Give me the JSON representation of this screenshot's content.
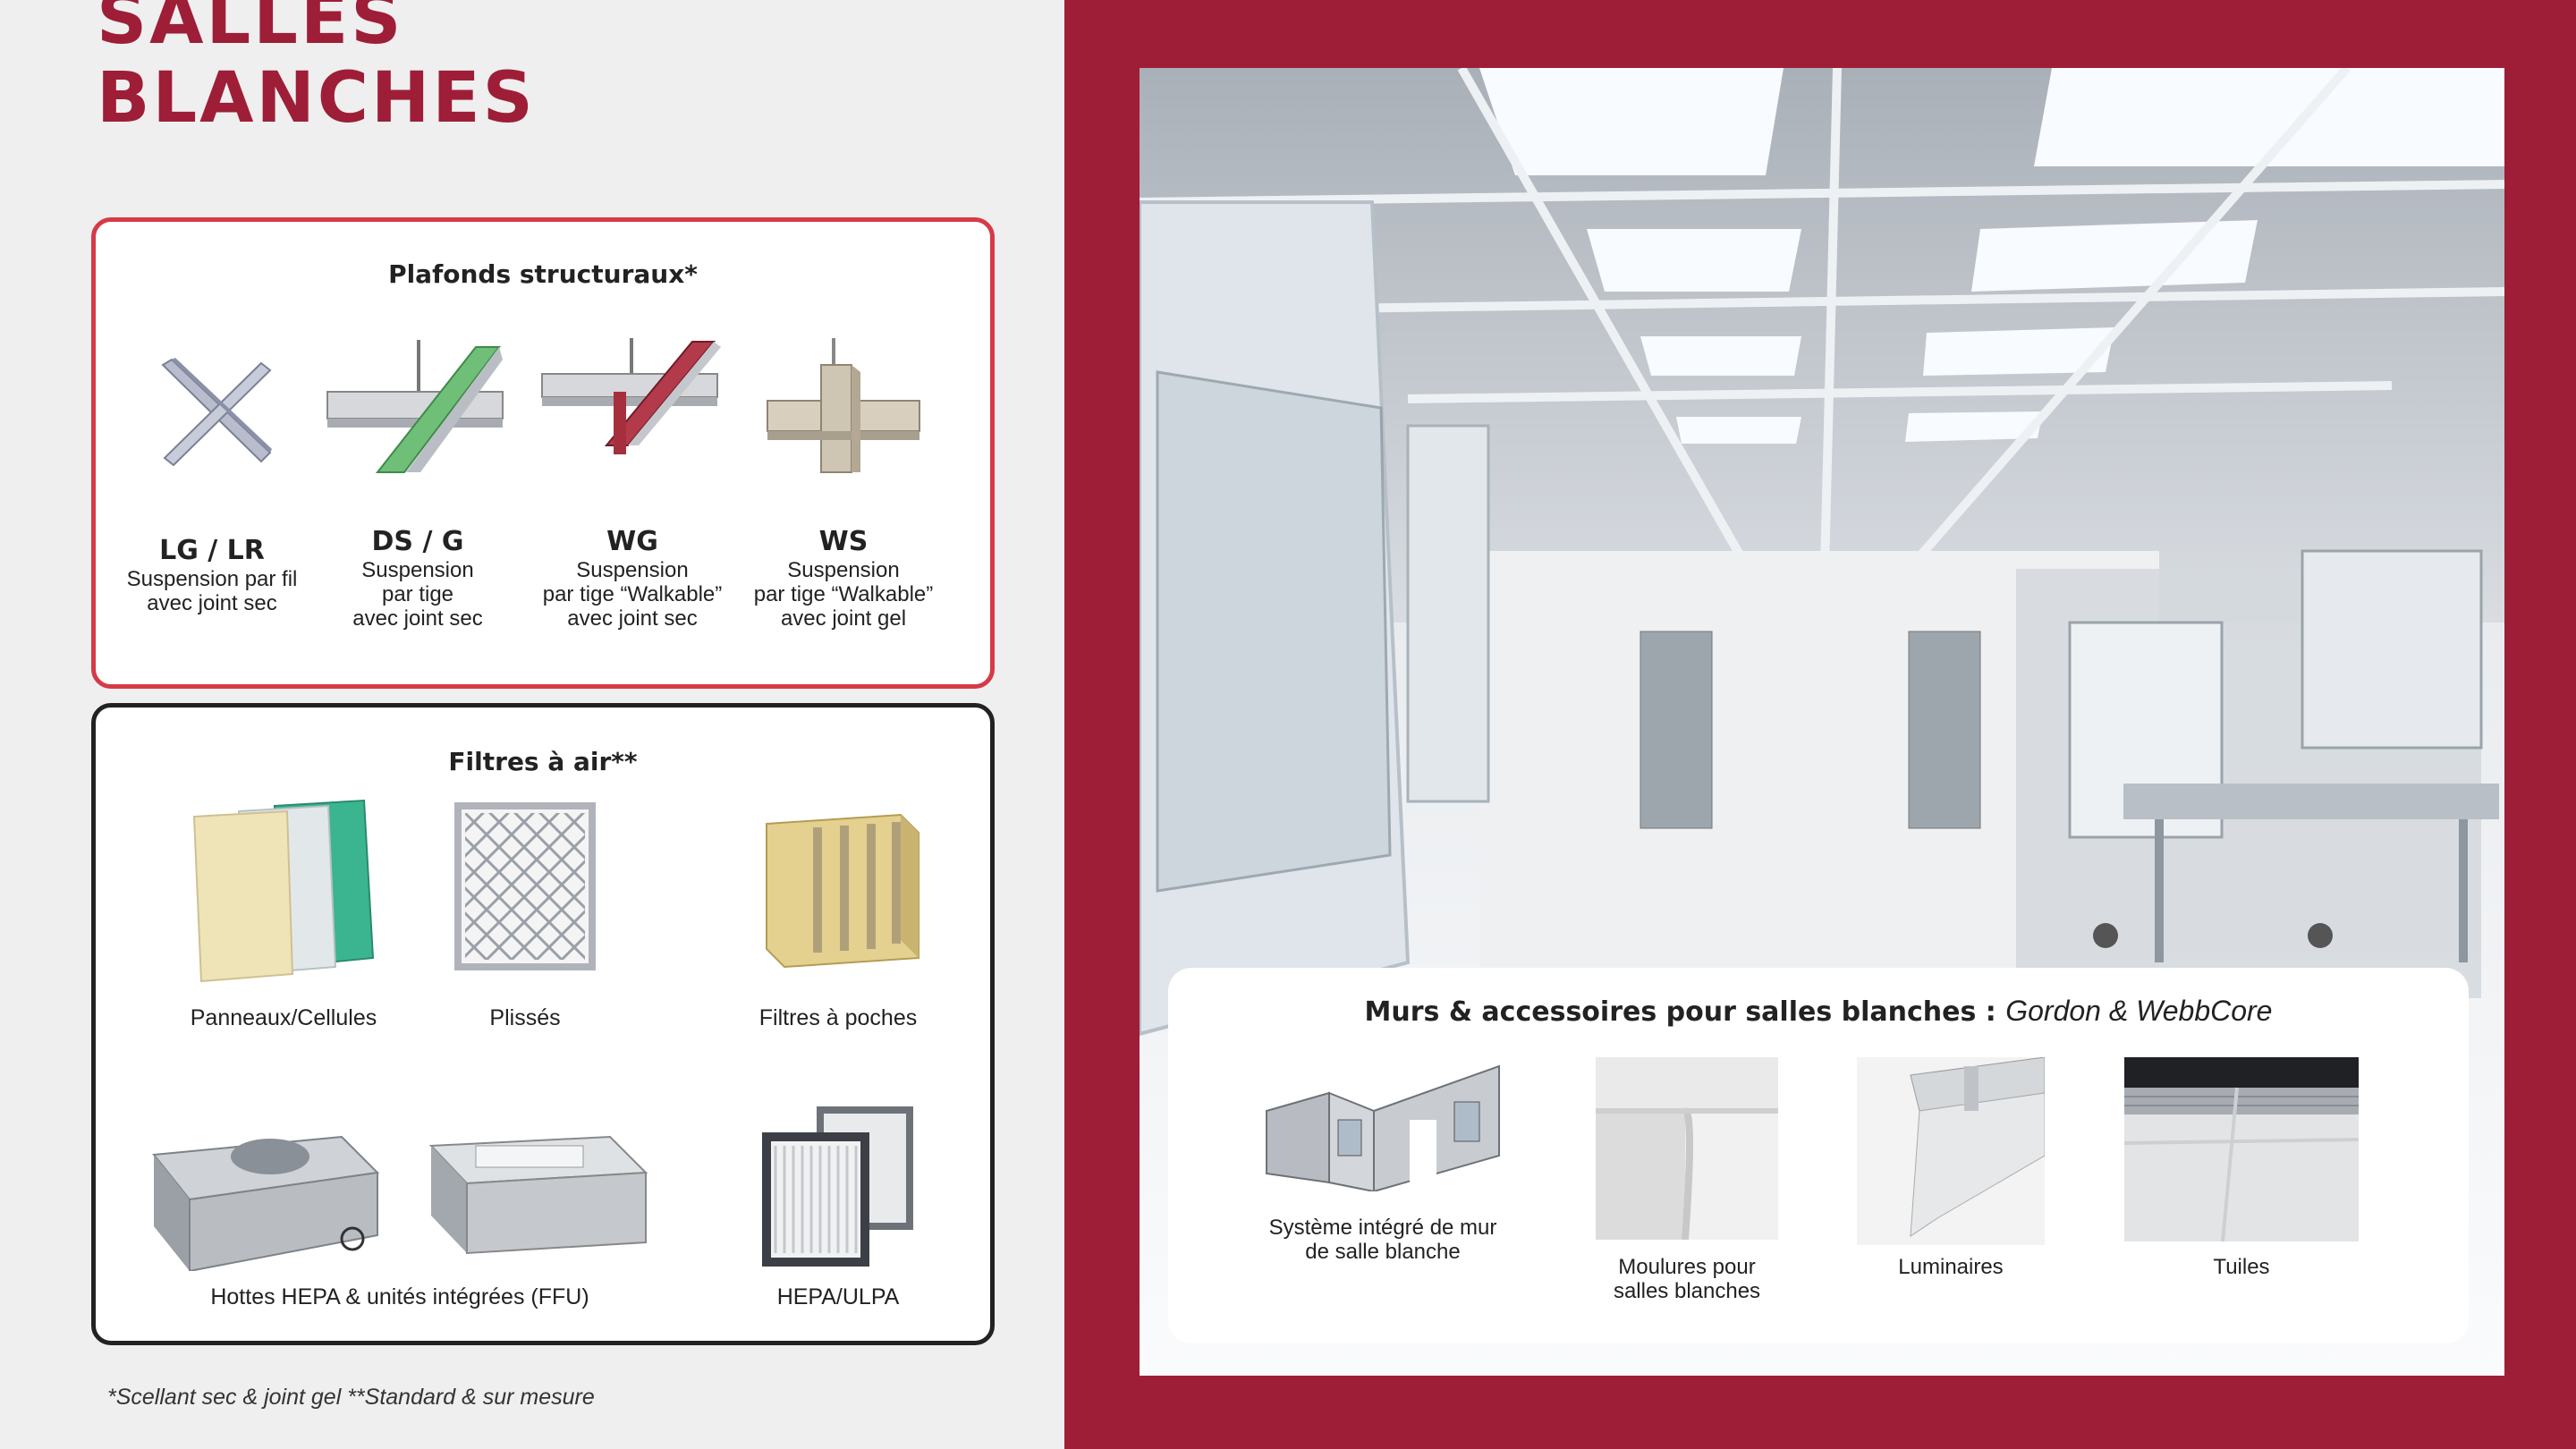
{
  "title": {
    "line1": "SALLES",
    "line2": "BLANCHES"
  },
  "ceilings": {
    "heading": "Plafonds structuraux*",
    "items": [
      {
        "code": "LG / LR",
        "desc1": "Suspension par fil",
        "desc2": "avec joint sec",
        "desc3": ""
      },
      {
        "code": "DS / G",
        "desc1": "Suspension",
        "desc2": "par tige",
        "desc3": "avec joint sec"
      },
      {
        "code": "WG",
        "desc1": "Suspension",
        "desc2": "par tige “Walkable”",
        "desc3": "avec joint sec"
      },
      {
        "code": "WS",
        "desc1": "Suspension",
        "desc2": "par tige “Walkable”",
        "desc3": "avec joint gel"
      }
    ]
  },
  "filters": {
    "heading": "Filtres à air**",
    "items": [
      {
        "label": "Panneaux/Cellules"
      },
      {
        "label": "Plissés"
      },
      {
        "label": "Filtres à poches"
      },
      {
        "label": "Hottes HEPA & unités intégrées (FFU)"
      },
      {
        "label": "HEPA/ULPA"
      }
    ]
  },
  "footnote": "*Scellant sec & joint gel  **Standard & sur mesure",
  "walls": {
    "heading": "Murs & accessoires pour salles blanches :",
    "brand": "Gordon & WebbCore",
    "items": [
      {
        "line1": "Système intégré de mur",
        "line2": "de salle blanche"
      },
      {
        "line1": "Moulures pour",
        "line2": "salles blanches"
      },
      {
        "line1": "Luminaires",
        "line2": ""
      },
      {
        "line1": "Tuiles",
        "line2": ""
      }
    ]
  },
  "colors": {
    "brand": "#9e1e37",
    "accent_border": "#d63a46",
    "dark_border": "#222222"
  },
  "icons": [
    "cross-grid-icon",
    "tee-grid-green-icon",
    "tee-grid-red-icon",
    "tee-grid-gel-icon",
    "panel-filter-icon",
    "pleated-filter-icon",
    "bag-filter-icon",
    "hepa-hood-icon",
    "ffu-icon",
    "hepa-ulpa-icon",
    "wall-system-icon",
    "molding-icon",
    "luminaire-icon",
    "tile-icon"
  ]
}
